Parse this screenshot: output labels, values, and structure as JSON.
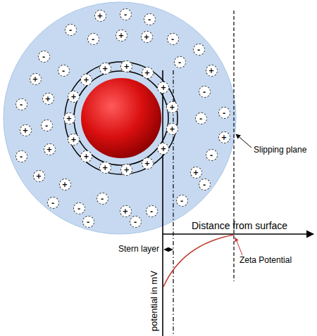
{
  "diagram": {
    "labels": [
      "Slipping plane",
      "Distance from surface",
      "Stern layer",
      "Zeta Potential",
      "potential in mV",
      "+",
      "-",
      "-",
      "-",
      "-",
      "+",
      "+",
      "-",
      "-",
      "-",
      "-",
      "-",
      "+",
      "+",
      "-",
      "+",
      "-",
      "-",
      "+",
      "-",
      "-",
      "+",
      "-",
      "+",
      "-",
      "+",
      "+",
      "+",
      "-",
      "-",
      "-",
      "+",
      "-",
      "-",
      "-",
      "-",
      "-",
      "+",
      "+",
      "+",
      "+",
      "+",
      "+",
      "+",
      "+",
      "+",
      "+",
      "+",
      "+",
      "+",
      "+",
      "+"
    ]
  }
}
